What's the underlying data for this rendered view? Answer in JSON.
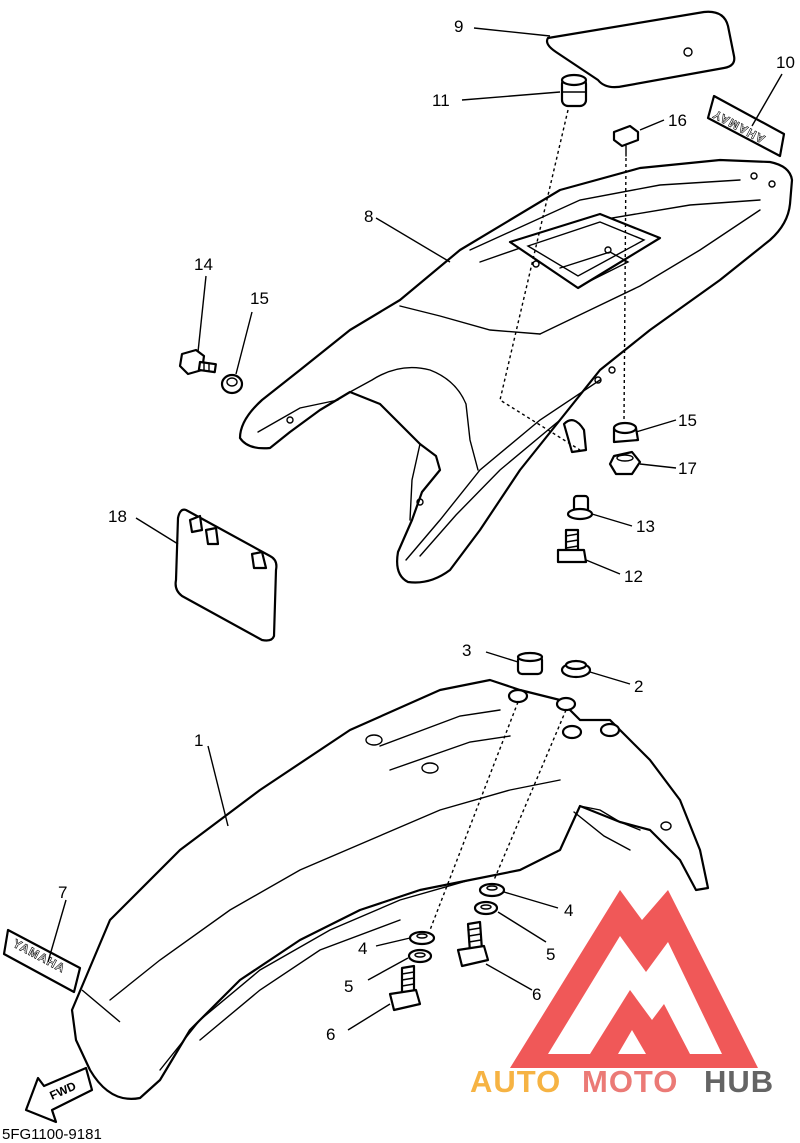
{
  "diagram": {
    "callouts": [
      "1",
      "2",
      "3",
      "4",
      "5",
      "6",
      "7",
      "8",
      "9",
      "10",
      "11",
      "12",
      "13",
      "14",
      "15",
      "16",
      "17",
      "18"
    ],
    "callouts_repeat": [
      "4",
      "5",
      "6",
      "15"
    ],
    "decal_text": "YAMAHA",
    "fwd_label": "FWD",
    "part_code": "5FG1100-9181"
  },
  "watermark": {
    "part1": "AUTO",
    "part2": "MOTO",
    "part3": "HUB",
    "colors": {
      "auto": "#f5a623",
      "moto": "#e8635f",
      "hub": "#4a4a4a",
      "logo": "#ee3b3b"
    }
  }
}
